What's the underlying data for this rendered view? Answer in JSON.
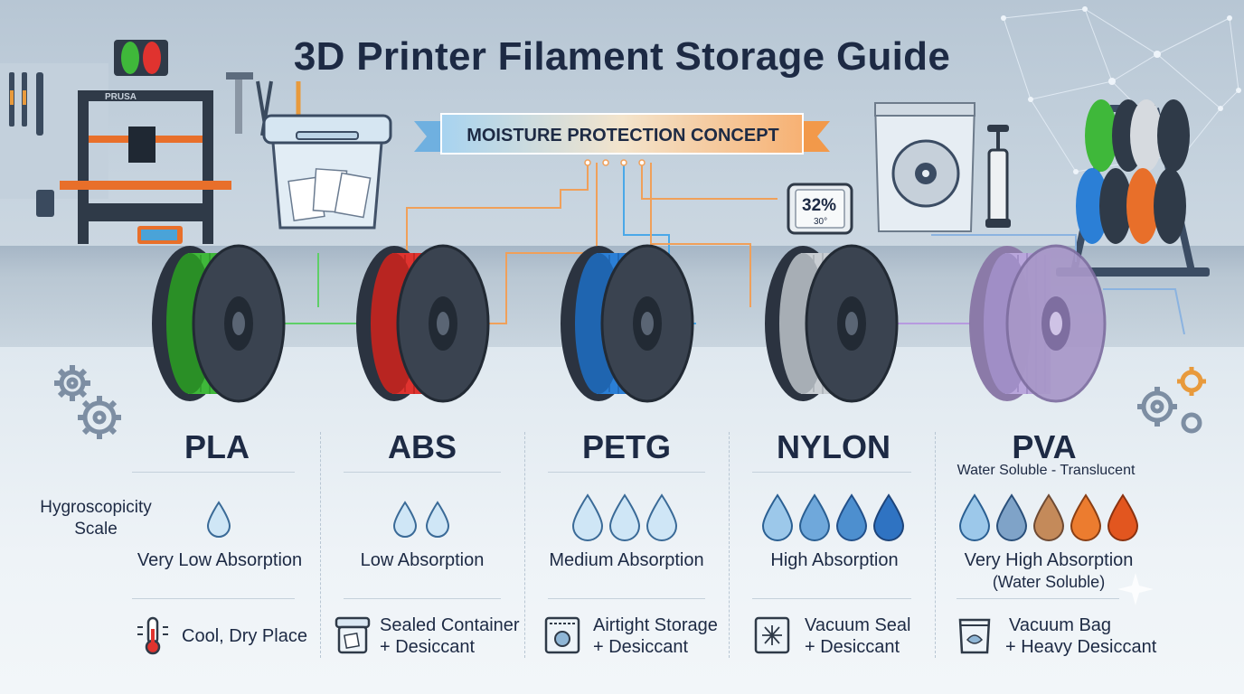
{
  "title": "3D Printer Filament Storage Guide",
  "banner": "MOISTURE PROTECTION CONCEPT",
  "scene": {
    "printer_brand": "PRUSA",
    "hygrometer_reading": "32%",
    "hygrometer_sub": "30°"
  },
  "hygroscopicity_label": "Hygroscopicity Scale",
  "colors": {
    "pla": "#3fb83a",
    "abs": "#e0332f",
    "petg": "#2b7fd6",
    "nylon": "#c9ced3",
    "pva": "#b9a6dc",
    "text": "#1d2a44"
  },
  "filaments": [
    {
      "name": "PLA",
      "subtitle": "",
      "drops": 1,
      "absorption": "Very Low Absorption",
      "absorption_note": "",
      "storage_icon": "thermometer-icon",
      "storage_line1": "Cool, Dry Place",
      "storage_line2": ""
    },
    {
      "name": "ABS",
      "subtitle": "",
      "drops": 2,
      "absorption": "Low Absorption",
      "absorption_note": "",
      "storage_icon": "sealed-container-icon",
      "storage_line1": "Sealed Container",
      "storage_line2": "+ Desiccant"
    },
    {
      "name": "PETG",
      "subtitle": "",
      "drops": 3,
      "absorption": "Medium Absorption",
      "absorption_note": "",
      "storage_icon": "airtight-bag-icon",
      "storage_line1": "Airtight Storage",
      "storage_line2": "+ Desiccant"
    },
    {
      "name": "NYLON",
      "subtitle": "",
      "drops": 4,
      "absorption": "High Absorption",
      "absorption_note": "",
      "storage_icon": "vacuum-seal-icon",
      "storage_line1": "Vacuum Seal",
      "storage_line2": "+ Desiccant"
    },
    {
      "name": "PVA",
      "subtitle": "Water Soluble - Translucent",
      "drops": 5,
      "absorption": "Very High Absorption",
      "absorption_note": "(Water Soluble)",
      "storage_icon": "vacuum-bag-icon",
      "storage_line1": "Vacuum Bag",
      "storage_line2": "+ Heavy Desiccant"
    }
  ]
}
